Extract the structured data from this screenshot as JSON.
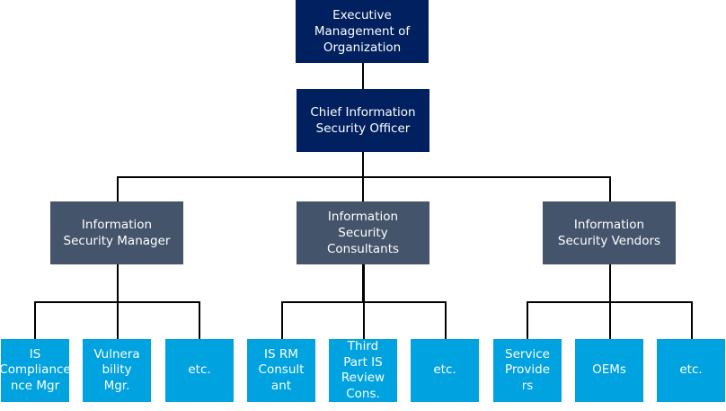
{
  "colors": {
    "top": "#002060",
    "middle": "#44546a",
    "bottom": "#00a2e0",
    "connector": "#000000"
  },
  "executive": "Executive\nManagement of\nOrganization",
  "ciso": "Chief Information\nSecurity Officer",
  "groups": [
    {
      "label": "Information\nSecurity Manager",
      "children": [
        "IS\nCompliance\nnce Mgr",
        "Vulnera\nbility\nMgr.",
        "etc."
      ]
    },
    {
      "label": "Information\nSecurity\nConsultants",
      "children": [
        "IS RM\nConsult\nant",
        "Third\nPart IS\nReview\nCons.",
        "etc."
      ]
    },
    {
      "label": "Information\nSecurity Vendors",
      "children": [
        "Service\nProvide\nrs",
        "OEMs",
        "etc."
      ]
    }
  ]
}
